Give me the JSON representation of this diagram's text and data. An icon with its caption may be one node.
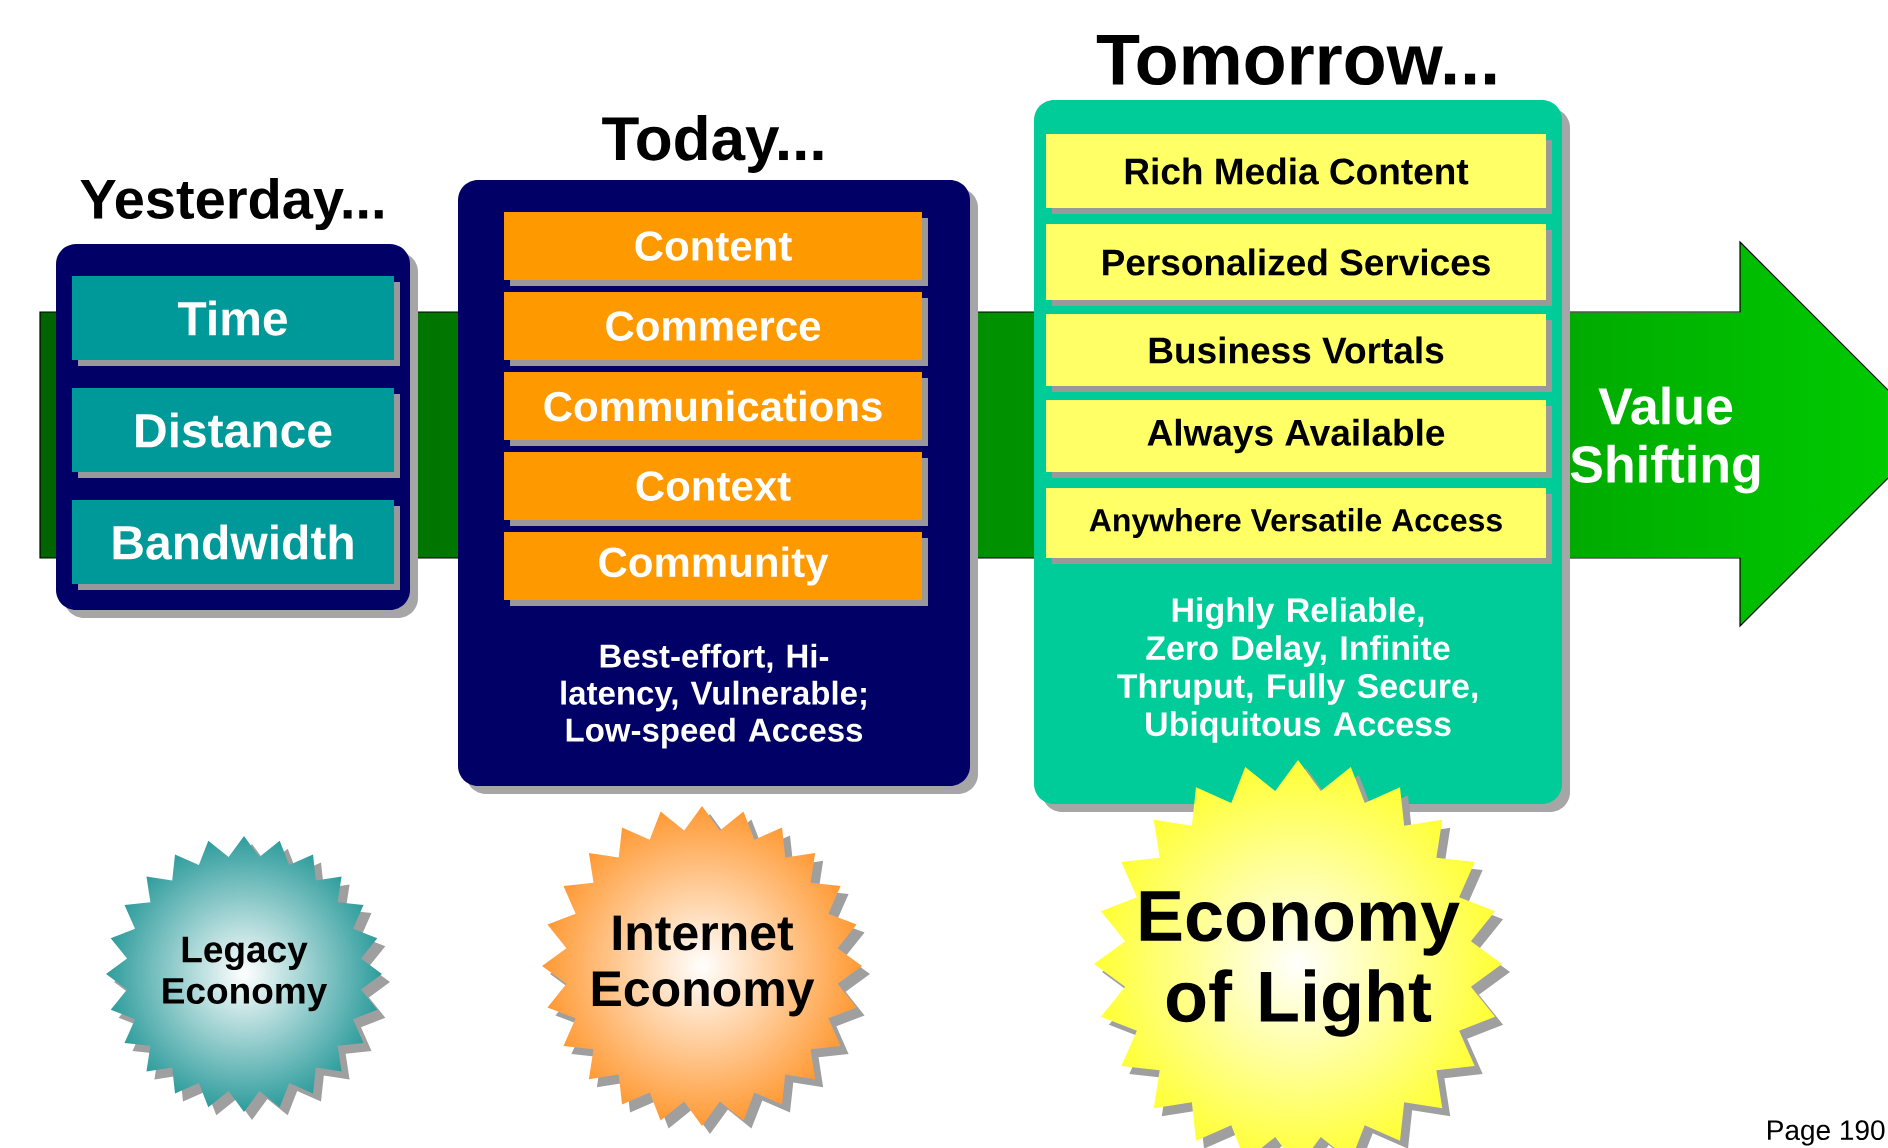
{
  "diagram": {
    "nodes": [
      {
        "text": [
          "Yesterday..."
        ]
      },
      {
        "text": [
          "Time"
        ],
        "in": 0
      },
      {
        "text": [
          "Distance"
        ],
        "in": 0
      },
      {
        "text": [
          "Bandwidth"
        ],
        "in": 0
      },
      {
        "text": [
          "Today...",
          "Best-effort, Hi-latency, Vulnerable; Low-speed Access"
        ]
      },
      {
        "text": [
          "Content"
        ],
        "in": 4
      },
      {
        "text": [
          "Commerce"
        ],
        "in": 4
      },
      {
        "text": [
          "Communications"
        ],
        "in": 4
      },
      {
        "text": [
          "Context"
        ],
        "in": 4
      },
      {
        "text": [
          "Community"
        ],
        "in": 4
      },
      {
        "text": [
          "Tomorrow...",
          "Highly Reliable, Zero Delay, Infinite Thruput, Fully Secure, Ubiquitous Access"
        ]
      },
      {
        "text": [
          "Rich Media Content"
        ],
        "in": 10
      },
      {
        "text": [
          "Personalized Services"
        ],
        "in": 10
      },
      {
        "text": [
          "Business Vortals"
        ],
        "in": 10
      },
      {
        "text": [
          "Always Available"
        ],
        "in": 10
      },
      {
        "text": [
          "Anywhere Versatile Access"
        ],
        "in": 10
      },
      {
        "text": [
          "Value Shifting"
        ]
      },
      {
        "text": [
          "Legacy Economy"
        ]
      },
      {
        "text": [
          "Internet Economy"
        ]
      },
      {
        "text": [
          "Economy of Light"
        ]
      }
    ],
    "labels": [
      "Page 190"
    ]
  }
}
